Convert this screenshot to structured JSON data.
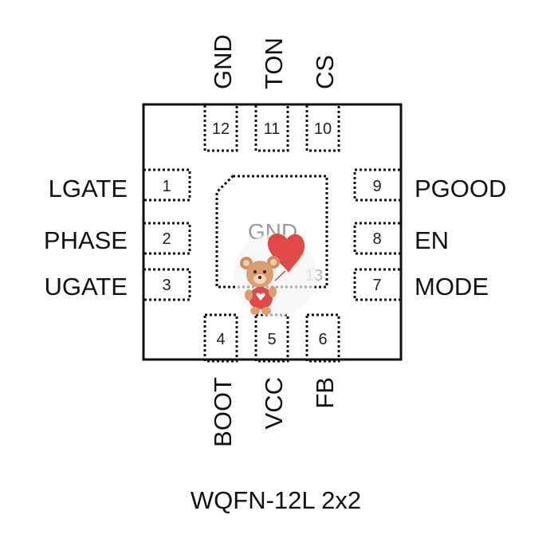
{
  "package": {
    "caption": "WQFN-12L 2x2",
    "exposed_pad": {
      "label": "GND",
      "number": "13"
    }
  },
  "pins": {
    "p1": {
      "number": "1",
      "name": "LGATE"
    },
    "p2": {
      "number": "2",
      "name": "PHASE"
    },
    "p3": {
      "number": "3",
      "name": "UGATE"
    },
    "p4": {
      "number": "4",
      "name": "BOOT"
    },
    "p5": {
      "number": "5",
      "name": "VCC"
    },
    "p6": {
      "number": "6",
      "name": "FB"
    },
    "p7": {
      "number": "7",
      "name": "MODE"
    },
    "p8": {
      "number": "8",
      "name": "EN"
    },
    "p9": {
      "number": "9",
      "name": "PGOOD"
    },
    "p10": {
      "number": "10",
      "name": "CS"
    },
    "p11": {
      "number": "11",
      "name": "TON"
    },
    "p12": {
      "number": "12",
      "name": "GND"
    }
  },
  "watermark": {
    "icon": "teddy-bear-with-heart-balloon-icon",
    "color": "#e0403d"
  }
}
